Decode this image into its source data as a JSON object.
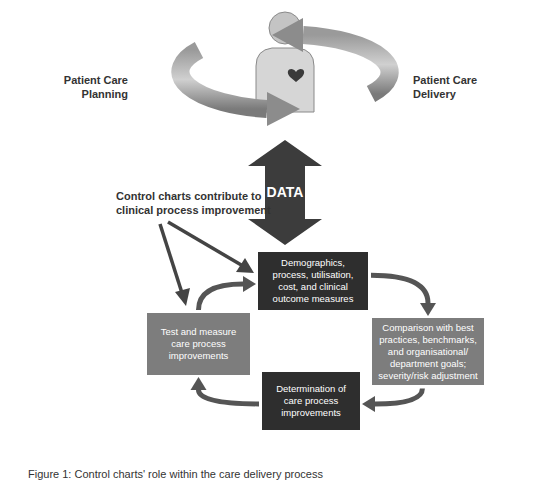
{
  "diagram": {
    "caption": "Figure 1: Control charts' role within the care delivery process",
    "nodes": [
      {
        "text": [
          "Demographics, process, utilisation, cost, and clinical outcome measures"
        ]
      },
      {
        "text": [
          "Test and measure care process improvements"
        ]
      },
      {
        "text": [
          "Comparison with best practices, benchmarks, and organisational/ department goals; severity/risk adjustment"
        ]
      },
      {
        "text": [
          "Determination of care process improvements"
        ]
      }
    ],
    "edges": [
      {
        "from": 0,
        "to": 2,
        "arrow": "to"
      },
      {
        "from": 2,
        "to": 3,
        "arrow": "to"
      },
      {
        "from": 3,
        "to": 1,
        "arrow": "to"
      },
      {
        "from": 1,
        "to": 0,
        "arrow": "to"
      }
    ],
    "labels": [
      "Patient Care Planning",
      "Patient Care Delivery",
      "DATA",
      "Control charts contribute to clinical process improvement"
    ]
  }
}
